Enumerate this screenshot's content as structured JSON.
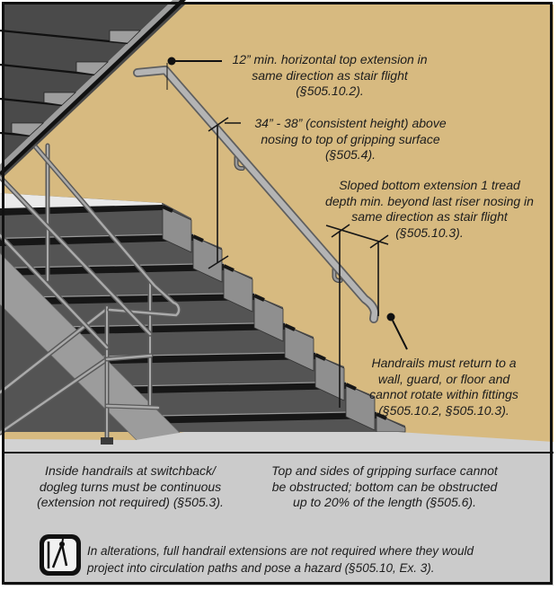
{
  "title": "Stair handrail requirements diagram",
  "colors": {
    "wall_tan": "#d7ba80",
    "floor_gray": "#d2d2d2",
    "panel_gray": "#cbcbcb",
    "step_dark": "#545454",
    "step_side": "#8f8f8f",
    "stringer_band": "#9c9c9c",
    "upper_flight_dark": "#4b4b4b",
    "landing_white": "#e9e9e9",
    "tube_light": "#adadad",
    "tube_dark": "#606060",
    "line_black": "#161616"
  },
  "annotations": {
    "top_extension": {
      "lines": [
        "12” min. horizontal top extension in",
        "same direction as stair flight",
        "(§505.10.2)."
      ]
    },
    "height": {
      "lines": [
        "34” - 38” (consistent height) above",
        "nosing to top of gripping surface",
        "(§505.4)."
      ]
    },
    "bottom_extension": {
      "lines": [
        "Sloped bottom extension 1 tread",
        "depth min. beyond last riser nosing in",
        "same direction as stair flight",
        "(§505.10.3)."
      ]
    },
    "handrail_return": {
      "lines": [
        "Handrails must return to a",
        "wall, guard, or floor and",
        "cannot rotate within fittings",
        "(§505.10.2, §505.10.3)."
      ]
    },
    "inside_handrails": {
      "lines": [
        "Inside handrails at switchback/",
        "dogleg turns must be continuous",
        "(extension not required) (§505.3)."
      ]
    },
    "gripping_surface": {
      "lines": [
        "Top and sides of gripping surface cannot",
        "be obstructed; bottom can be obstructed",
        "up to 20% of the length (§505.6)."
      ]
    },
    "alterations_note": {
      "lines": [
        "In alterations, full handrail extensions are not required where they would",
        "project into circulation paths and pose a hazard (§505.10, Ex. 3)."
      ]
    }
  },
  "icon": {
    "name": "alterations-compass-icon"
  }
}
